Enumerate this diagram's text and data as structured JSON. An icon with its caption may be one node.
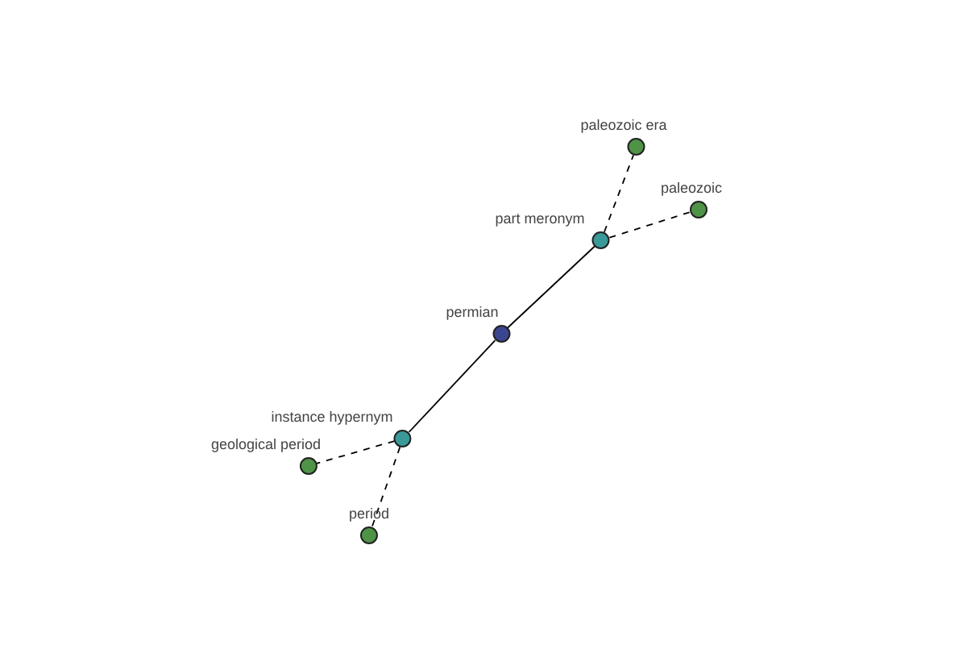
{
  "diagram": {
    "nodes": [
      {
        "text": [
          "paleozoic era"
        ]
      },
      {
        "text": [
          "paleozoic"
        ]
      },
      {
        "text": [
          "part meronym"
        ]
      },
      {
        "text": [
          "permian"
        ]
      },
      {
        "text": [
          "instance hypernym"
        ]
      },
      {
        "text": [
          "geological period"
        ]
      },
      {
        "text": [
          "period"
        ]
      }
    ],
    "edges": [
      {
        "from": 3,
        "to": 2,
        "arrow": "none"
      },
      {
        "from": 3,
        "to": 4,
        "arrow": "none"
      },
      {
        "from": 2,
        "to": 0,
        "arrow": "none",
        "style": "dashed"
      },
      {
        "from": 2,
        "to": 1,
        "arrow": "none",
        "style": "dashed"
      },
      {
        "from": 4,
        "to": 5,
        "arrow": "none",
        "style": "dashed"
      },
      {
        "from": 4,
        "to": 6,
        "arrow": "none",
        "style": "dashed"
      }
    ]
  }
}
